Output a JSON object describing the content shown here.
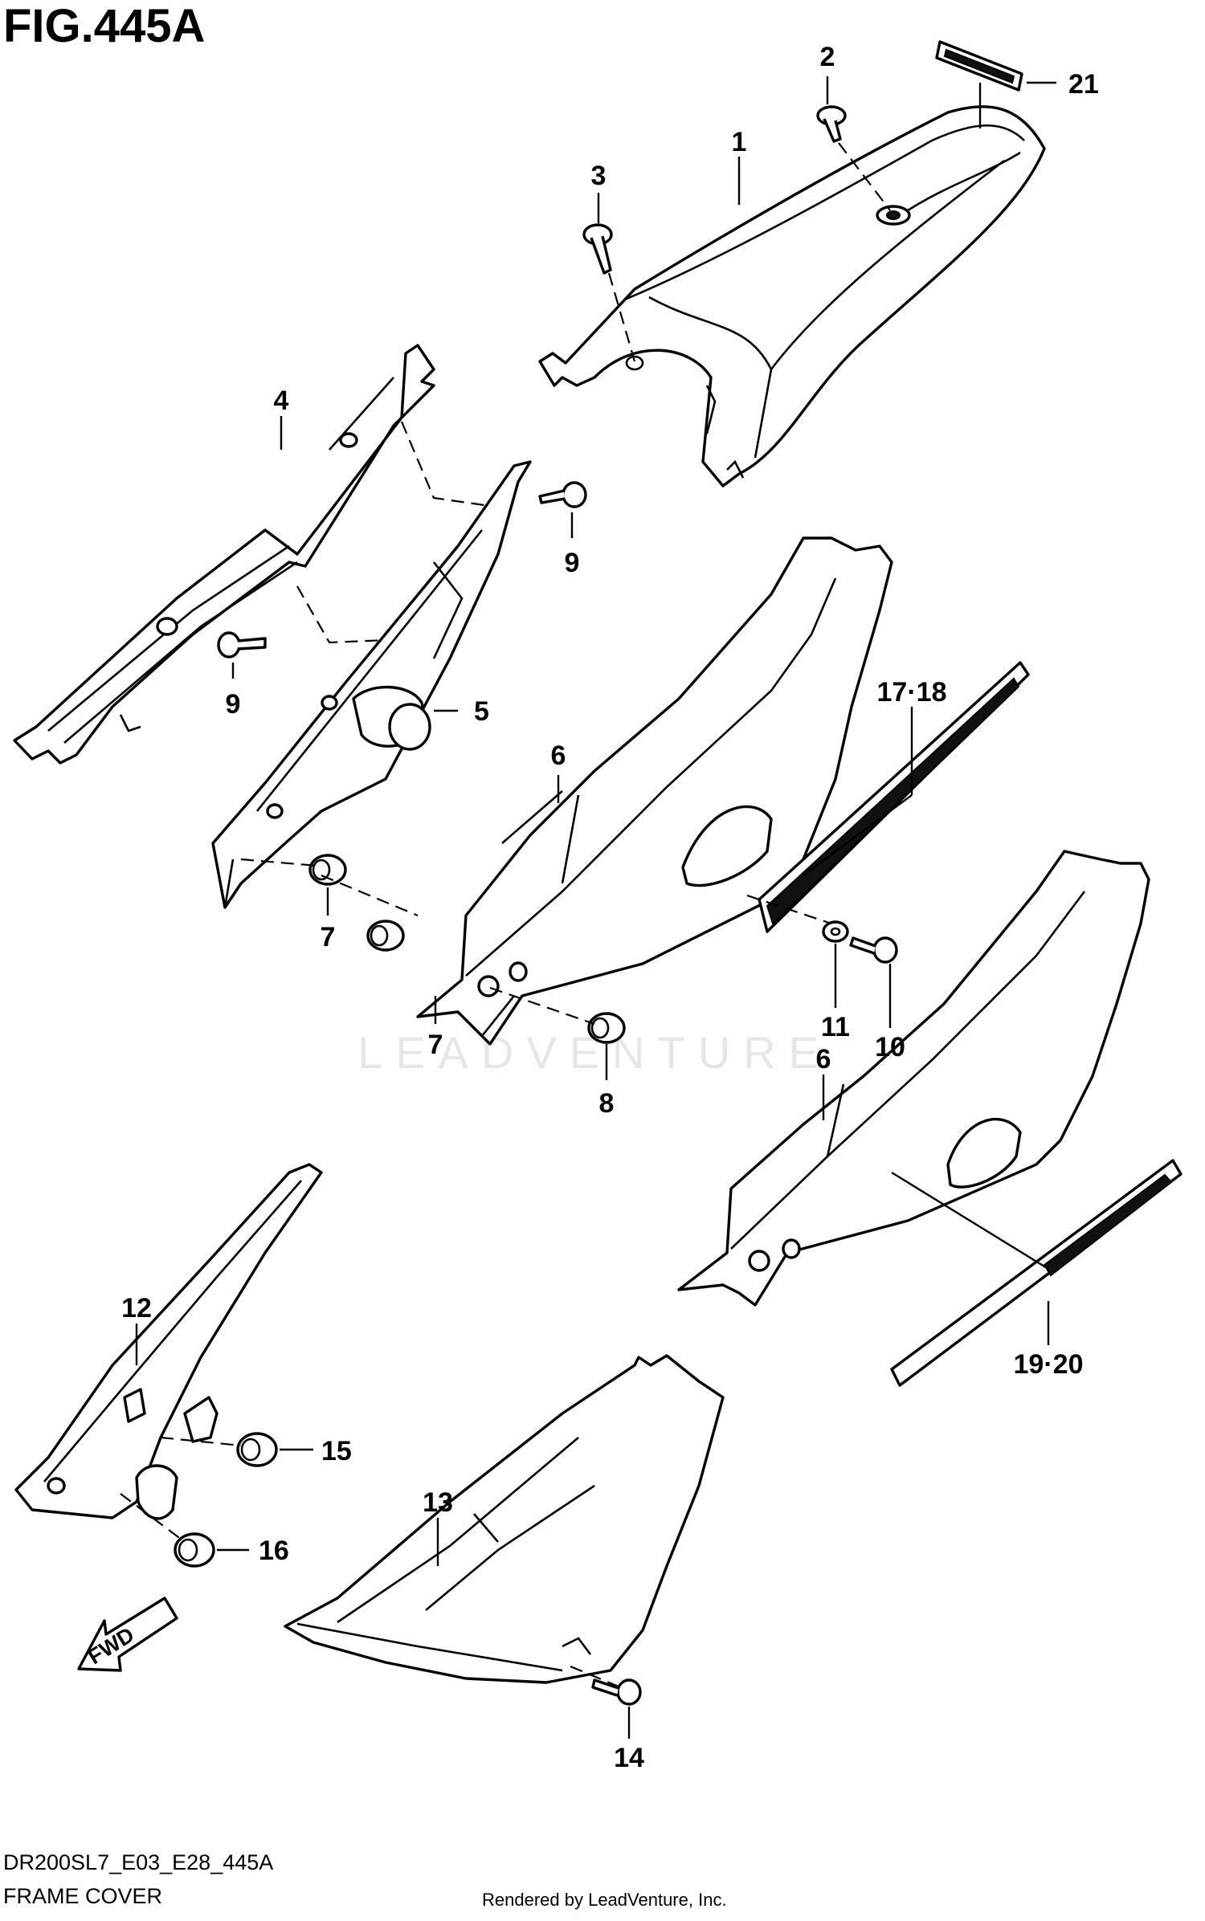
{
  "figure": {
    "title": "FIG.445A",
    "model_code": "DR200SL7_E03_E28_445A",
    "caption": "FRAME COVER",
    "rendered_by": "Rendered by LeadVenture, Inc.",
    "watermark": "LEADVENTURE",
    "fwd_label": "FWD"
  },
  "callouts": [
    {
      "id": "c1",
      "label": "1"
    },
    {
      "id": "c2",
      "label": "2"
    },
    {
      "id": "c3",
      "label": "3"
    },
    {
      "id": "c4",
      "label": "4"
    },
    {
      "id": "c5",
      "label": "5"
    },
    {
      "id": "c6a",
      "label": "6"
    },
    {
      "id": "c6b",
      "label": "6"
    },
    {
      "id": "c7a",
      "label": "7"
    },
    {
      "id": "c7b",
      "label": "7"
    },
    {
      "id": "c8",
      "label": "8"
    },
    {
      "id": "c9a",
      "label": "9"
    },
    {
      "id": "c9b",
      "label": "9"
    },
    {
      "id": "c10",
      "label": "10"
    },
    {
      "id": "c11",
      "label": "11"
    },
    {
      "id": "c12",
      "label": "12"
    },
    {
      "id": "c13",
      "label": "13"
    },
    {
      "id": "c14",
      "label": "14"
    },
    {
      "id": "c15",
      "label": "15"
    },
    {
      "id": "c16",
      "label": "16"
    },
    {
      "id": "c1718",
      "label": "17·18"
    },
    {
      "id": "c1920",
      "label": "19·20"
    },
    {
      "id": "c21",
      "label": "21"
    }
  ]
}
